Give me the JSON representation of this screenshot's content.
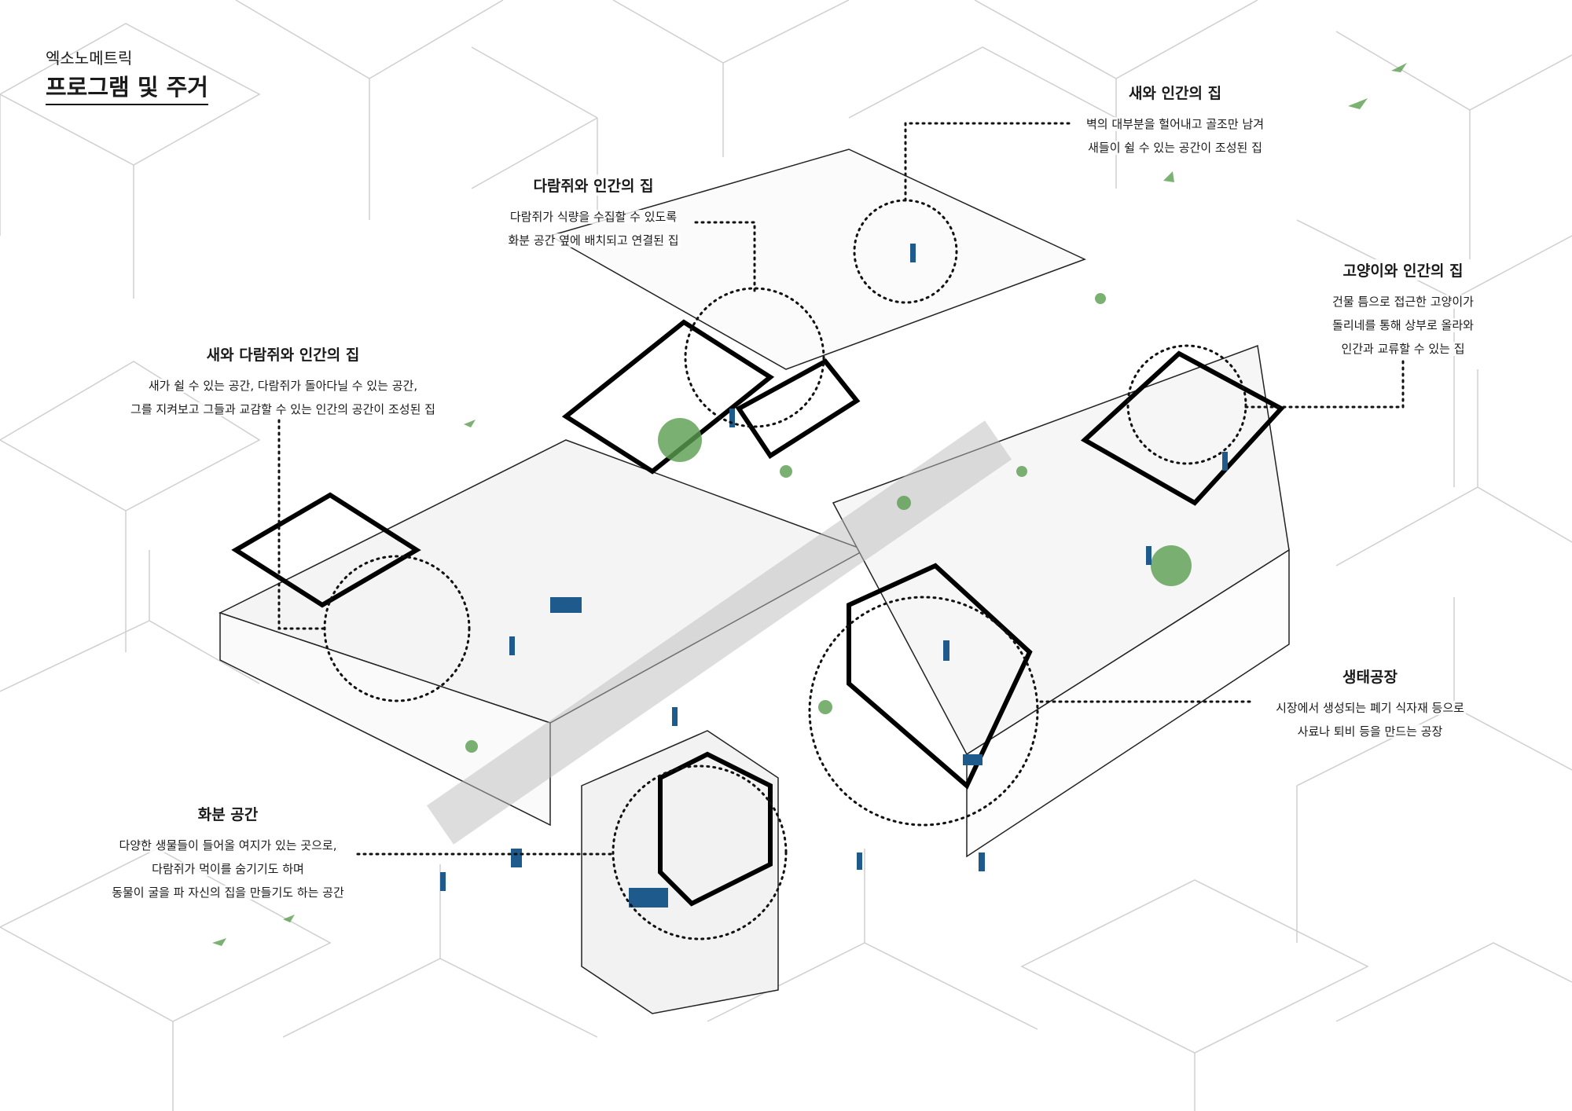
{
  "title": {
    "subtitle": "엑소노메트릭",
    "main": "프로그램 및 주거"
  },
  "annotations": [
    {
      "id": "bird-human",
      "heading": "새와 인간의 집",
      "lines": [
        "벽의 대부분을 헐어내고 골조만 남겨",
        "새들이 쉴 수 있는 공간이 조성된 집"
      ]
    },
    {
      "id": "squirrel-human",
      "heading": "다람쥐와 인간의 집",
      "lines": [
        "다람쥐가 식량을 수집할 수 있도록",
        "화분 공간 옆에 배치되고 연결된 집"
      ]
    },
    {
      "id": "bird-squirrel-human",
      "heading": "새와 다람쥐와 인간의 집",
      "lines": [
        "새가 쉴 수 있는 공간, 다람쥐가 돌아다닐 수 있는 공간,",
        "그를 지켜보고 그들과 교감할 수 있는 인간의 공간이 조성된 집"
      ]
    },
    {
      "id": "cat-human",
      "heading": "고양이와 인간의 집",
      "lines": [
        "건물 틈으로 접근한 고양이가",
        "돌리네를 통해 상부로 올라와",
        "인간과 교류할 수 있는 집"
      ]
    },
    {
      "id": "eco-factory",
      "heading": "생태공장",
      "lines": [
        "시장에서 생성되는 폐기 식자재 등으로",
        "사료나 퇴비 등을 만드는 공장"
      ]
    },
    {
      "id": "planter-space",
      "heading": "화분 공간",
      "lines": [
        "다양한 생물들이 들어올 여지가 있는 곳으로,",
        "다람쥐가 먹이를 숨기기도 하며",
        "동물이 굴을 파 자신의 집을 만들기도 하는 공간"
      ]
    }
  ],
  "colors": {
    "people": "#1f5a8c",
    "plants": "#5a9e4f",
    "lines": "#111111",
    "context": "#c8c8c8"
  }
}
